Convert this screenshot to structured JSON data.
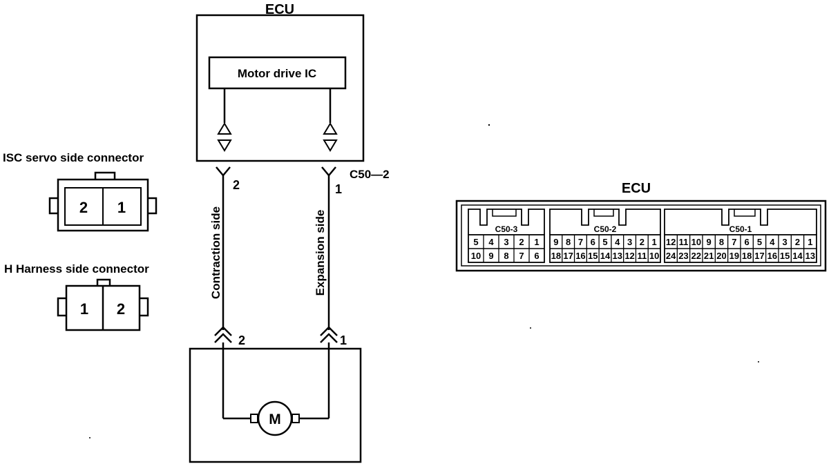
{
  "ecu_title": "ECU",
  "ic_label": "Motor drive IC",
  "connector_code": "C50—2",
  "wires": {
    "left_label": "Contraction side",
    "right_label": "Expansion side",
    "left_top_pin": "2",
    "right_top_pin": "1",
    "left_bottom_pin": "2",
    "right_bottom_pin": "1"
  },
  "motor_label": "M",
  "isc_connector": {
    "title": "ISC servo side connector",
    "pins": [
      "2",
      "1"
    ]
  },
  "harness_connector": {
    "title": "H Harness side connector",
    "pins": [
      "1",
      "2"
    ]
  },
  "ecu_connector": {
    "title": "ECU",
    "groups": [
      {
        "label": "C50-3",
        "top": [
          "5",
          "4",
          "3",
          "2",
          "1"
        ],
        "bottom": [
          "10",
          "9",
          "8",
          "7",
          "6"
        ]
      },
      {
        "label": "C50-2",
        "top": [
          "9",
          "8",
          "7",
          "6",
          "5",
          "4",
          "3",
          "2",
          "1"
        ],
        "bottom": [
          "18",
          "17",
          "16",
          "15",
          "14",
          "13",
          "12",
          "11",
          "10"
        ]
      },
      {
        "label": "C50-1",
        "top": [
          "12",
          "11",
          "10",
          "9",
          "8",
          "7",
          "6",
          "5",
          "4",
          "3",
          "2",
          "1"
        ],
        "bottom": [
          "24",
          "23",
          "22",
          "21",
          "20",
          "19",
          "18",
          "17",
          "16",
          "15",
          "14",
          "13"
        ]
      }
    ]
  }
}
